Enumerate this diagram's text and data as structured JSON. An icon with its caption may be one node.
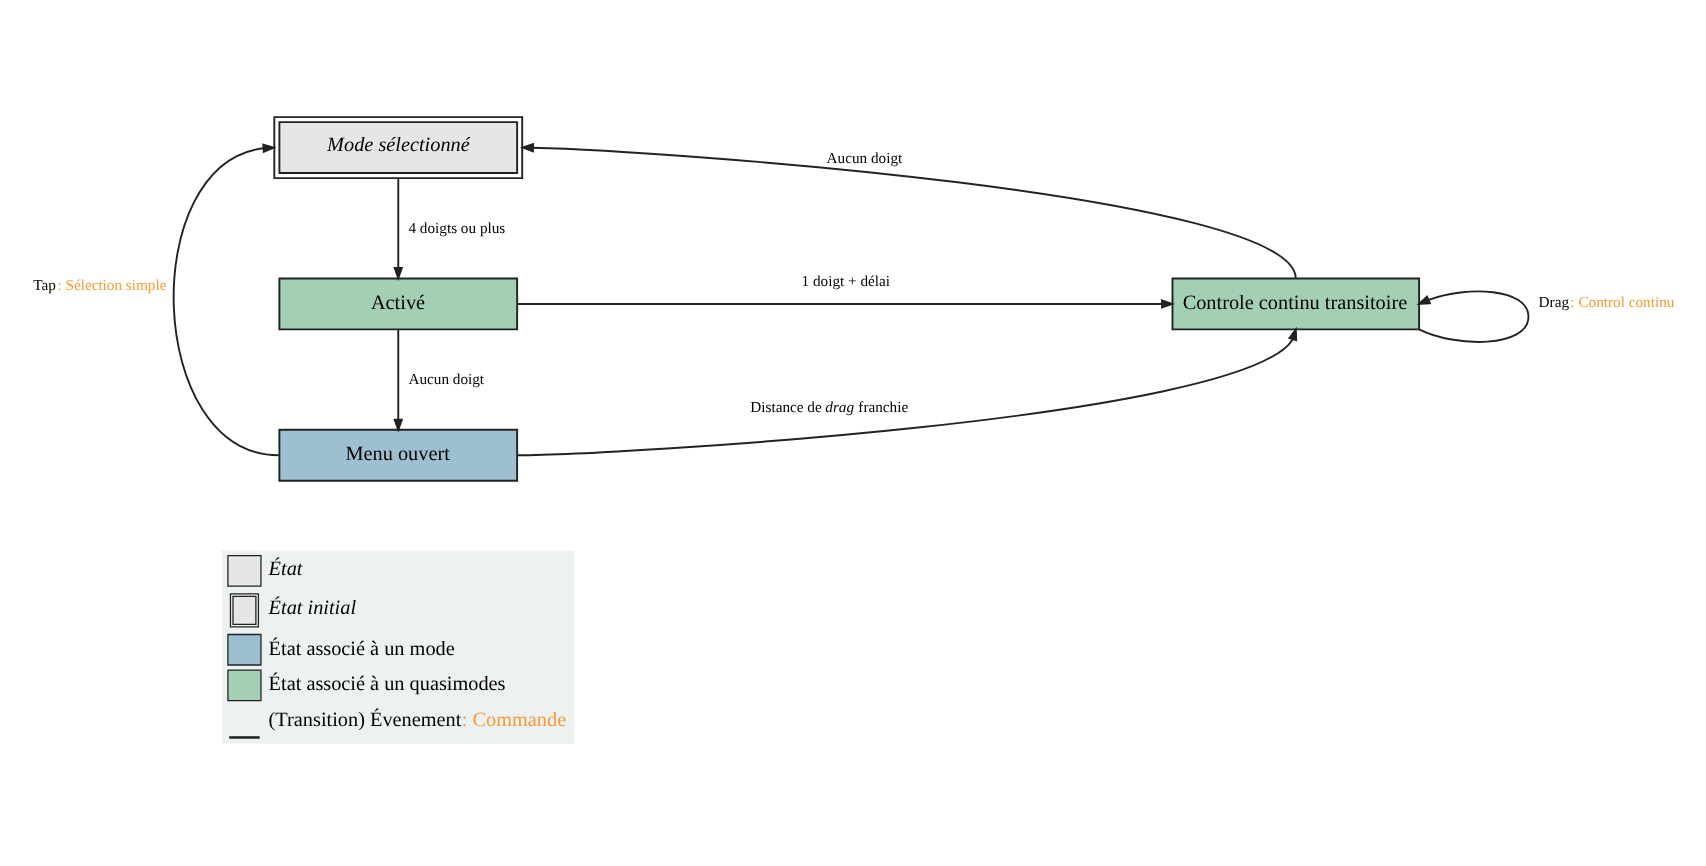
{
  "diagram": {
    "nodes": [
      {
        "text": [
          "Mode sélectionné"
        ]
      },
      {
        "text": [
          "Activé"
        ]
      },
      {
        "text": [
          "Menu ouvert"
        ]
      },
      {
        "text": [
          "Controle continu transitoire"
        ]
      }
    ],
    "edges": [
      {
        "from": 0,
        "to": 1,
        "arrow": "to",
        "label": "4 doigts ou plus"
      },
      {
        "from": 1,
        "to": 3,
        "arrow": "to",
        "label": "1 doigt + délai"
      },
      {
        "from": 1,
        "to": 2,
        "arrow": "to",
        "label": "Aucun doigt"
      },
      {
        "from": 2,
        "to": 0,
        "arrow": "to",
        "label": "Tap: Sélection simple"
      },
      {
        "from": 2,
        "to": 3,
        "arrow": "to",
        "label": "Distance de *drag* franchie"
      },
      {
        "from": 3,
        "to": 0,
        "arrow": "to",
        "label": "Aucun doigt"
      },
      {
        "from": 3,
        "to": 3,
        "arrow": "to",
        "label": "Drag: Control continu"
      }
    ],
    "legend": [
      {
        "text": "État",
        "color": "#e6e6e8"
      },
      {
        "text": "État initial"
      },
      {
        "text": "État associé à un mode",
        "color": "#9dbfd0"
      },
      {
        "text": "État associé à un quasimodes",
        "color": "#a3cfb5"
      },
      {
        "text": "(Transition) Évenement: Commande"
      }
    ]
  }
}
